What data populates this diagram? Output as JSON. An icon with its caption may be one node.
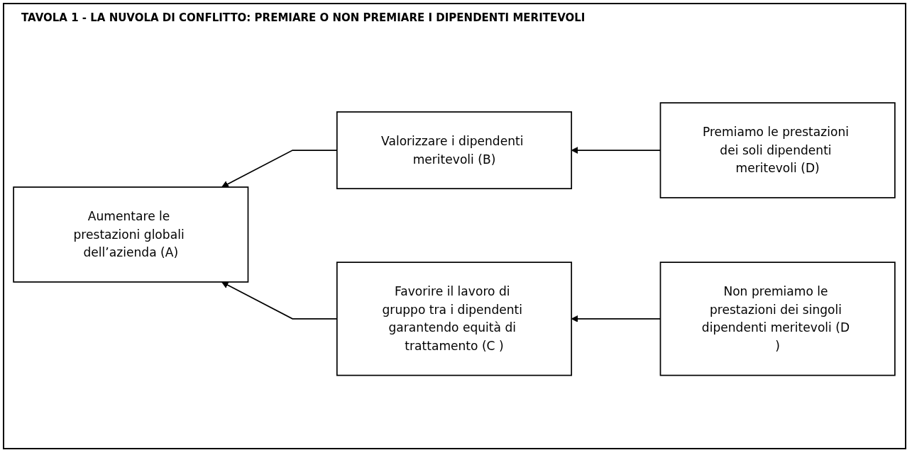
{
  "diagram": {
    "title": "TAVOLA 1 - LA NUVOLA DI CONFLITTO: PREMIARE O NON PREMIARE I DIPENDENTI MERITEVOLI",
    "nodes": [
      {
        "text": [
          "Aumentare le prestazioni globali dell’azienda (A)"
        ]
      },
      {
        "text": [
          "Valorizzare i dipendenti meritevoli (B)"
        ]
      },
      {
        "text": [
          "Premiamo le prestazioni dei soli dipendenti meritevoli (D)"
        ]
      },
      {
        "text": [
          "Favorire il lavoro di gruppo tra i dipendenti garantendo equità di trattamento (C )"
        ]
      },
      {
        "text": [
          "Non premiamo le prestazioni dei singoli dipendenti meritevoli (D )"
        ]
      }
    ],
    "edges": [
      {
        "from": 1,
        "to": 0,
        "arrow": "to"
      },
      {
        "from": 3,
        "to": 0,
        "arrow": "to"
      },
      {
        "from": 2,
        "to": 1,
        "arrow": "to"
      },
      {
        "from": 4,
        "to": 3,
        "arrow": "to"
      }
    ]
  }
}
